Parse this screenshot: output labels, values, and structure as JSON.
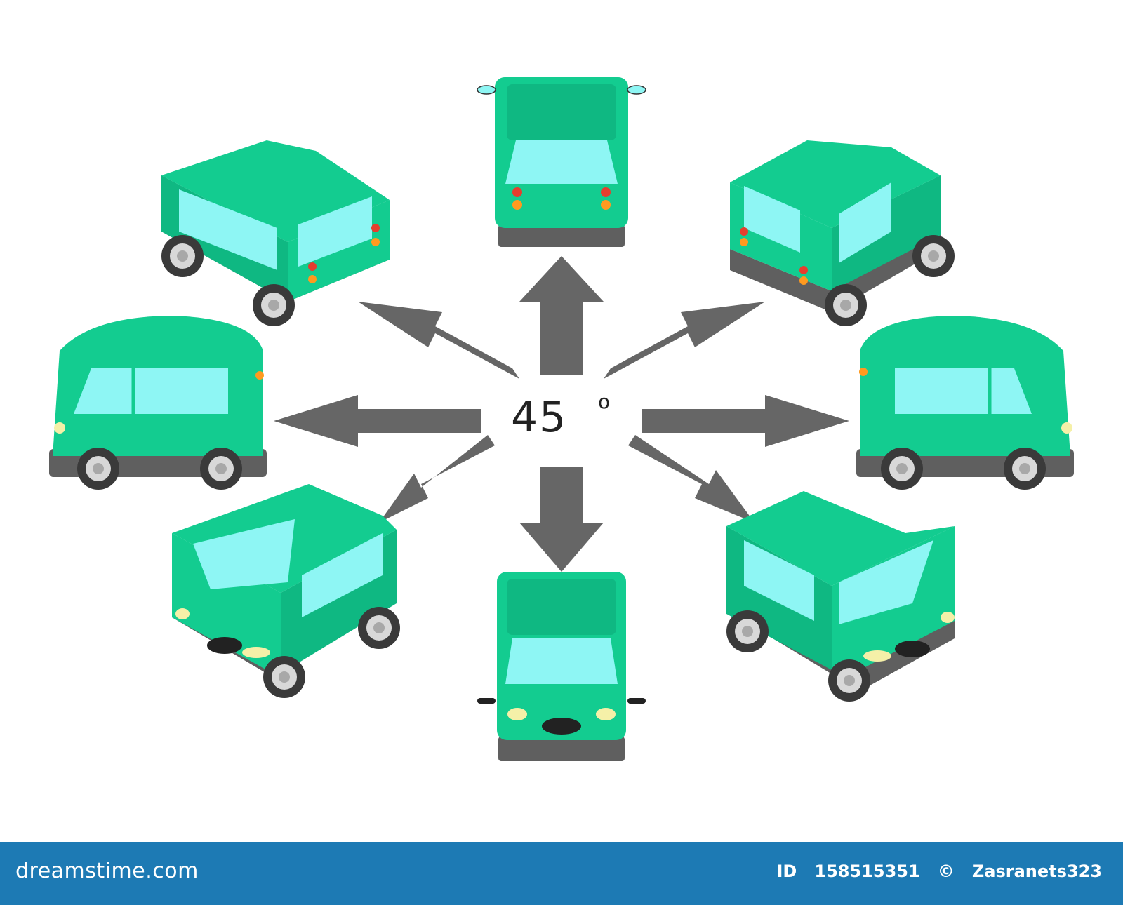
{
  "center": {
    "angle_value": "45",
    "angle_unit": "o"
  },
  "footer": {
    "brand": "dreamstime.com",
    "id_label": "ID",
    "id_value": "158515351",
    "copyright_symbol": "©",
    "author": "Zasranets323"
  },
  "colors": {
    "car_body": "#13cc90",
    "car_body_dark": "#0fa875",
    "car_glass": "#8ef6f4",
    "bumper": "#5f5f5f",
    "arrow": "#666666",
    "footer_bg": "#1d7ab4"
  },
  "cars": [
    {
      "view": "rear"
    },
    {
      "view": "rear-right"
    },
    {
      "view": "right"
    },
    {
      "view": "front-right"
    },
    {
      "view": "front"
    },
    {
      "view": "front-left"
    },
    {
      "view": "left"
    },
    {
      "view": "rear-left"
    }
  ]
}
